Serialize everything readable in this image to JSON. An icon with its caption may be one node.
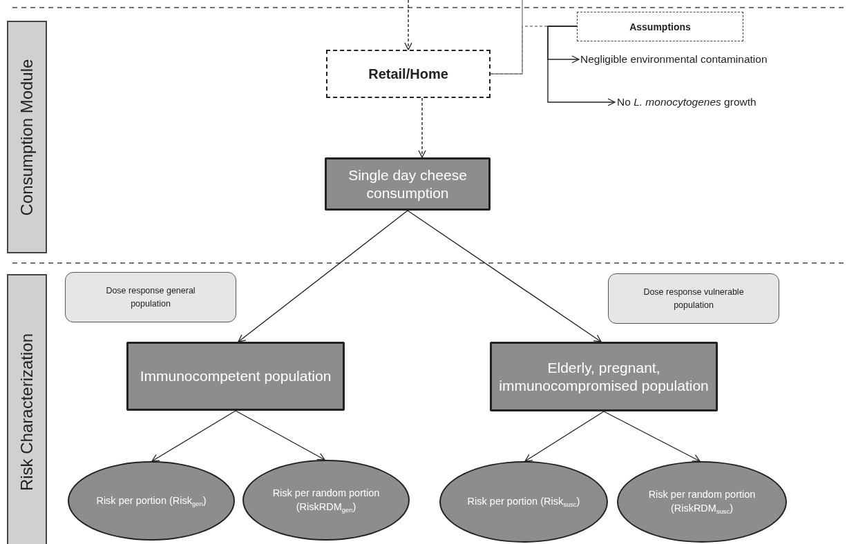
{
  "diagram": {
    "nodes": [
      {
        "text": [
          "Consumption Module"
        ]
      },
      {
        "text": [
          "Risk Characterization"
        ]
      },
      {
        "text": [
          "Retail/Home"
        ]
      },
      {
        "text": [
          "Assumptions"
        ]
      },
      {
        "text": [
          "Negligible environmental contamination"
        ]
      },
      {
        "text": [
          "No *L. monocytogenes* growth"
        ]
      },
      {
        "text": [
          "Single day cheese consumption"
        ]
      },
      {
        "text": [
          "Dose response general population"
        ]
      },
      {
        "text": [
          "Dose response vulnerable population"
        ]
      },
      {
        "text": [
          "Immunocompetent population"
        ]
      },
      {
        "text": [
          "Elderly, pregnant, immunocompromised population"
        ]
      },
      {
        "text": [
          "Risk per portion (Risk$_{gen}$)"
        ]
      },
      {
        "text": [
          "Risk per random portion (RiskRDM$_{gen}$)"
        ]
      },
      {
        "text": [
          "Risk per portion (Risk$_{susc}$)"
        ]
      },
      {
        "text": [
          "Risk per random portion (RiskRDM$_{susc}$)"
        ]
      }
    ],
    "edges": [
      {
        "from": null,
        "to": 2,
        "arrow": "to",
        "style": "dashed"
      },
      {
        "from": null,
        "to": 2,
        "arrow": "none",
        "color": "#808080"
      },
      {
        "from": 2,
        "to": 3,
        "arrow": "none",
        "style": "dashed",
        "color": "#808080"
      },
      {
        "from": 3,
        "to": 4,
        "arrow": "to"
      },
      {
        "from": 3,
        "to": 5,
        "arrow": "to"
      },
      {
        "from": 2,
        "to": 6,
        "arrow": "to",
        "style": "dashed"
      },
      {
        "from": 6,
        "to": 9,
        "arrow": "to"
      },
      {
        "from": 6,
        "to": 10,
        "arrow": "to"
      },
      {
        "from": 9,
        "to": 11,
        "arrow": "to"
      },
      {
        "from": 9,
        "to": 12,
        "arrow": "to"
      },
      {
        "from": 10,
        "to": 13,
        "arrow": "to"
      },
      {
        "from": 10,
        "to": 14,
        "arrow": "to"
      }
    ]
  }
}
